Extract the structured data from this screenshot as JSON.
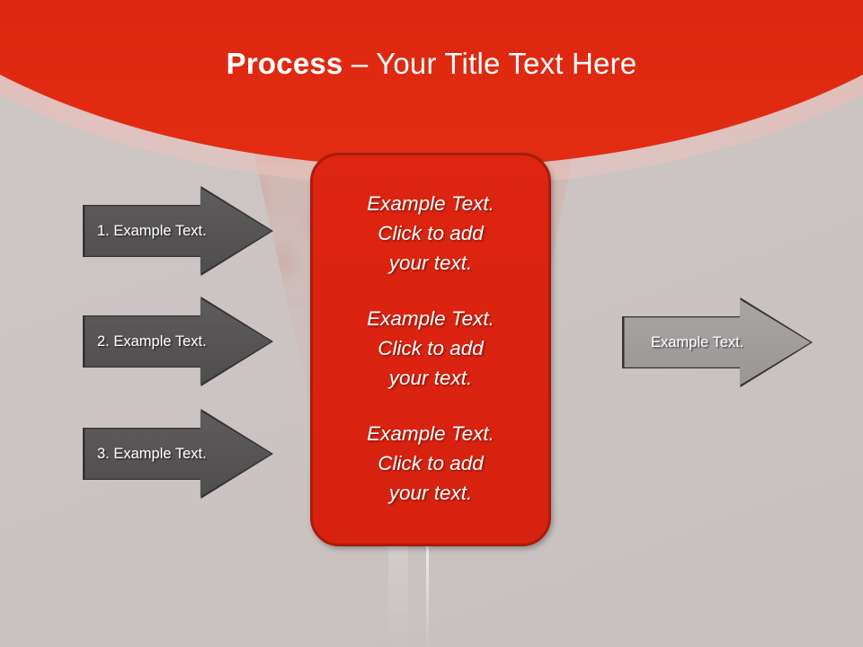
{
  "slide": {
    "title_strong": "Process",
    "title_rest": " – Your Title Text Here",
    "background_color": "#cbc4c3",
    "header_color": "#d21f0d",
    "accent_red": "#dd2511",
    "arrow_dark_color": "#585556",
    "arrow_light_color": "#a09d9c"
  },
  "left_arrows": [
    {
      "label": "1. Example Text."
    },
    {
      "label": "2. Example Text."
    },
    {
      "label": "3. Example Text."
    }
  ],
  "center_box": {
    "blocks": [
      {
        "line1": "Example Text.",
        "line2": "Click  to add",
        "line3": "your text."
      },
      {
        "line1": "Example Text.",
        "line2": "Click  to add",
        "line3": "your text."
      },
      {
        "line1": "Example Text.",
        "line2": "Click  to add",
        "line3": "your text."
      }
    ]
  },
  "right_arrow": {
    "label": "Example Text."
  }
}
